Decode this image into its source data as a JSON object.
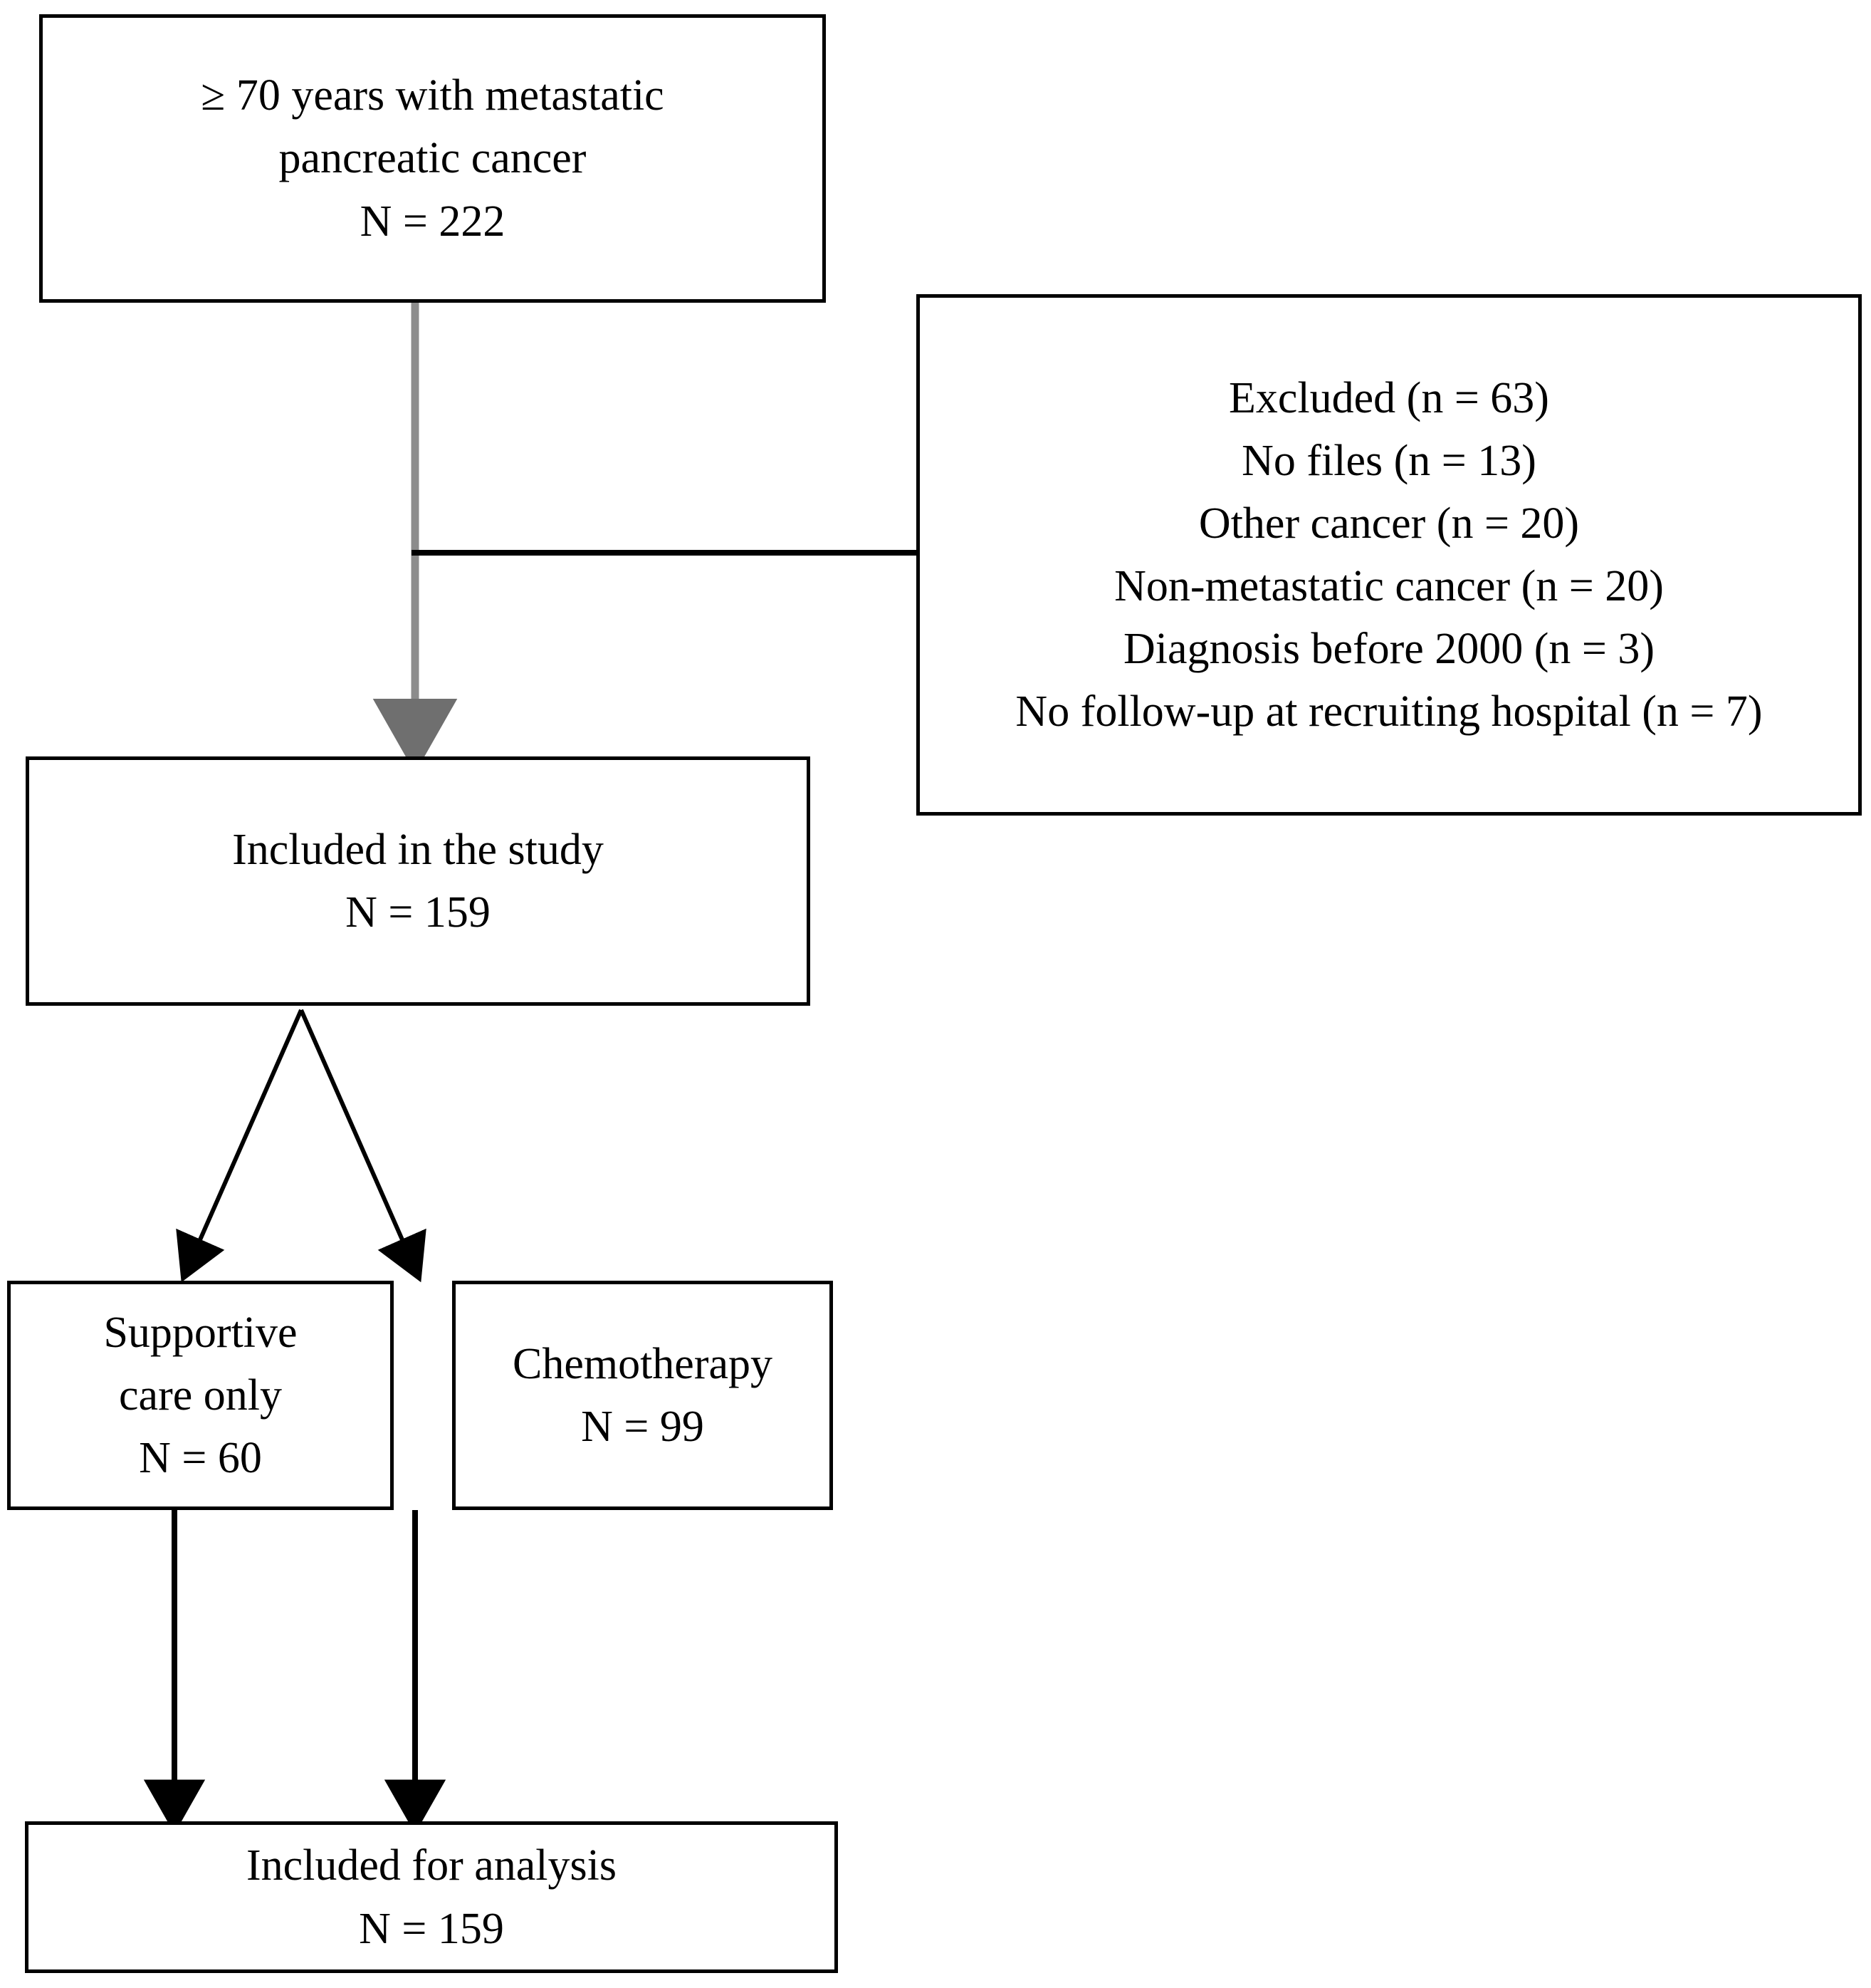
{
  "diagram": {
    "type": "study-flow-diagram",
    "boxes": {
      "screened": {
        "lines": [
          "≥ 70 years with metastatic",
          "pancreatic cancer",
          "N = 222"
        ],
        "label": "eligible-population"
      },
      "excluded": {
        "lines": [
          "Excluded (n = 63)",
          "No files (n = 13)",
          "Other cancer (n = 20)",
          "Non-metastatic cancer (n = 20)",
          "Diagnosis before 2000 (n = 3)",
          "No follow-up at recruiting hospital (n = 7)"
        ],
        "label": "excluded-participants"
      },
      "included_study": {
        "lines": [
          "Included in the study",
          "N = 159"
        ],
        "label": "included-in-study"
      },
      "supportive": {
        "lines": [
          "Supportive",
          "care only",
          "N = 60"
        ],
        "label": "supportive-care-arm"
      },
      "chemotherapy": {
        "lines": [
          "Chemotherapy",
          "N = 99"
        ],
        "label": "chemotherapy-arm"
      },
      "analysis": {
        "lines": [
          "Included for analysis",
          "N = 159"
        ],
        "label": "included-for-analysis"
      }
    },
    "counts": {
      "screened": 222,
      "excluded_total": 63,
      "excluded_no_files": 13,
      "excluded_other_cancer": 20,
      "excluded_non_metastatic": 20,
      "excluded_before_2000": 3,
      "excluded_no_followup": 7,
      "included_study": 159,
      "supportive_care_only": 60,
      "chemotherapy": 99,
      "included_analysis": 159
    },
    "colors": {
      "box_border": "#000000",
      "background": "#ffffff",
      "text": "#000000",
      "main_arrow": "#8c8c8c",
      "branch_arrow": "#000000"
    },
    "connectors": [
      {
        "name": "screened-to-included",
        "from": "screened",
        "to": "included_study",
        "style": "gray-vertical-arrow"
      },
      {
        "name": "screened-to-excluded",
        "from": "screened",
        "to": "excluded",
        "style": "black-horizontal-line"
      },
      {
        "name": "included-to-supportive",
        "from": "included_study",
        "to": "supportive",
        "style": "black-diagonal-arrow"
      },
      {
        "name": "included-to-chemotherapy",
        "from": "included_study",
        "to": "chemotherapy",
        "style": "black-diagonal-arrow"
      },
      {
        "name": "supportive-to-analysis",
        "from": "supportive",
        "to": "analysis",
        "style": "black-vertical-arrow"
      },
      {
        "name": "chemotherapy-to-analysis",
        "from": "chemotherapy",
        "to": "analysis",
        "style": "black-vertical-arrow"
      }
    ]
  }
}
